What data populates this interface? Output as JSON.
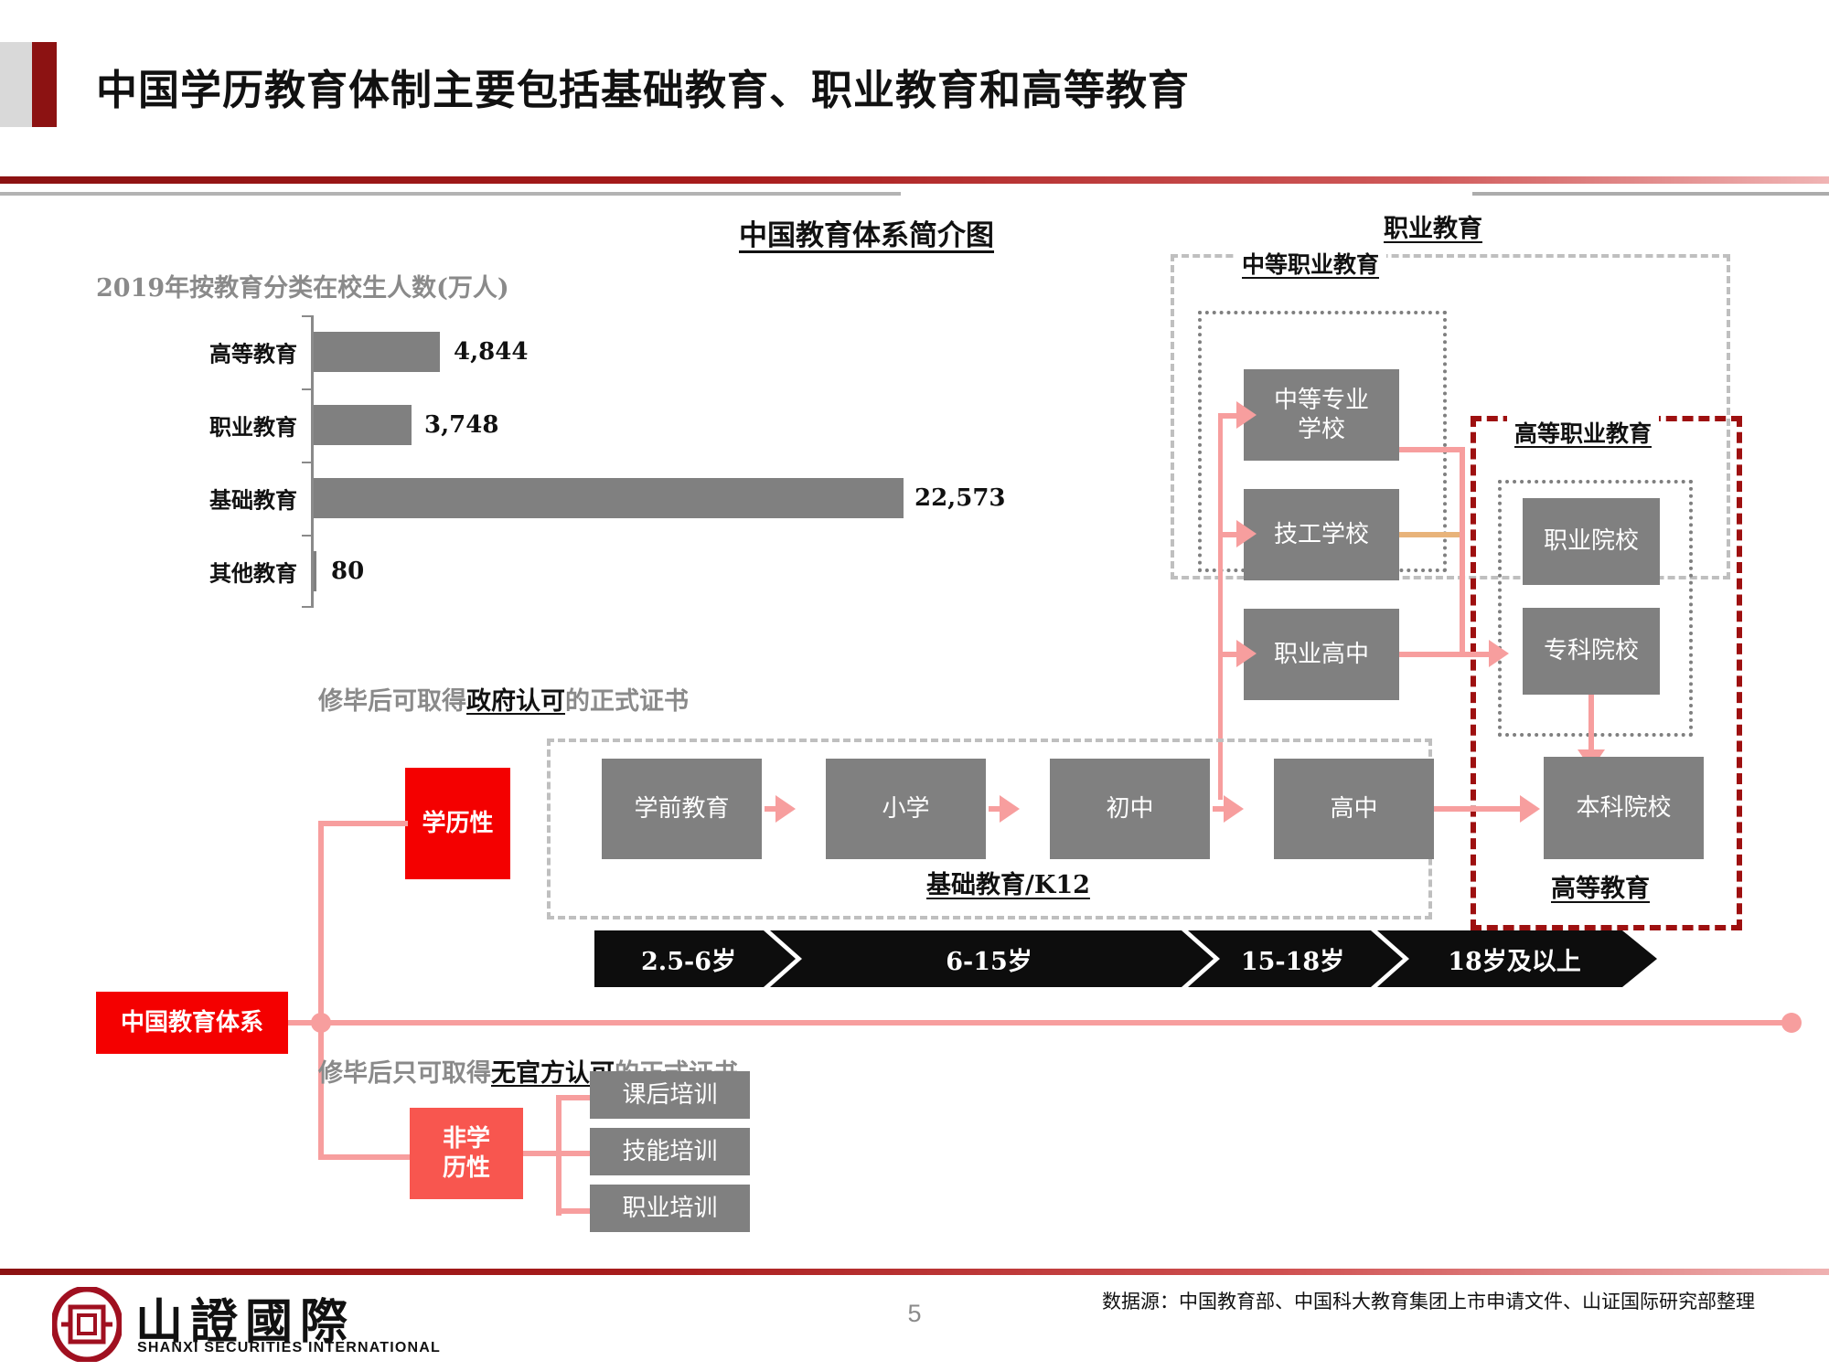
{
  "header": {
    "title": "中国学历教育体制主要包括基础教育、职业教育和高等教育"
  },
  "diagram": {
    "title": "中国教育体系简介图"
  },
  "chart_data": {
    "type": "bar",
    "orientation": "horizontal",
    "title": "2019年按教育分类在校生人数(万人)",
    "xlabel": "",
    "ylabel": "",
    "categories": [
      "高等教育",
      "职业教育",
      "基础教育",
      "其他教育"
    ],
    "values": [
      4844,
      3748,
      22573,
      80
    ],
    "value_labels": [
      "4,844",
      "3,748",
      "22,573",
      "80"
    ],
    "xlim": [
      0,
      24000
    ],
    "grid": false,
    "legend": null,
    "bar_color": "#808080",
    "unit": "万人",
    "year": "2019"
  },
  "notes": {
    "degree_note_prefix": "修毕后可取得",
    "degree_note_emph": "政府认可",
    "degree_note_suffix": "的正式证书",
    "nondegree_note_prefix": "修毕后只可取得",
    "nondegree_note_emph": "无官方认可",
    "nondegree_note_suffix": "的正式证书"
  },
  "mindmap": {
    "root_label": "中国教育体系",
    "degree_label": "学历性",
    "nondegree_label": "非学\n历性",
    "nondegree_children": [
      {
        "label": "课后培训"
      },
      {
        "label": "技能培训"
      },
      {
        "label": "职业培训"
      }
    ]
  },
  "vocational": {
    "group_label": "职业教育",
    "secondary_group_label": "中等职业教育",
    "secondary_items": [
      {
        "label": "中等专业\n学校"
      },
      {
        "label": "技工学校"
      },
      {
        "label": "职业高中"
      }
    ],
    "higher_group_label": "高等职业教育",
    "higher_items": [
      {
        "label": "职业院校"
      },
      {
        "label": "专科院校"
      }
    ]
  },
  "k12": {
    "group_label": "基础教育/K12",
    "steps": [
      {
        "label": "学前教育"
      },
      {
        "label": "小学"
      },
      {
        "label": "初中"
      },
      {
        "label": "高中"
      }
    ]
  },
  "higher_education": {
    "group_label": "高等教育",
    "box_label": "本科院校"
  },
  "timeline": {
    "segments": [
      {
        "label": "2.5-6岁"
      },
      {
        "label": "6-15岁"
      },
      {
        "label": "15-18岁"
      },
      {
        "label": "18岁及以上"
      }
    ]
  },
  "footer": {
    "logo_cn": "山證國際",
    "logo_en": "SHANXI SECURITIES INTERNATIONAL",
    "page_number": "5",
    "source": "数据源：中国教育部、中国科大教育集团上市申请文件、山证国际研究部整理"
  },
  "colors": {
    "brand_red": "#8c1212",
    "accent_red": "#f40000",
    "soft_red": "#f8564f",
    "connector_pink": "#f79e9e",
    "box_gray": "#808080"
  }
}
